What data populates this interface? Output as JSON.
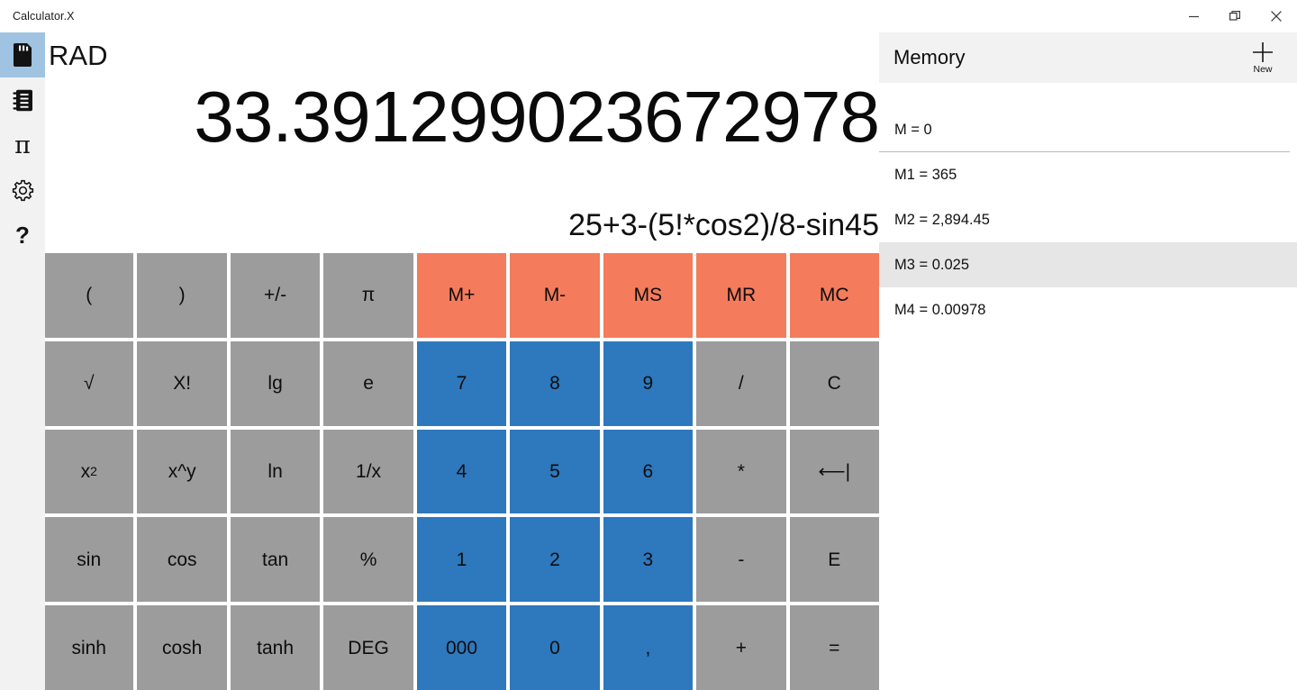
{
  "window": {
    "title": "Calculator.X",
    "controls": [
      {
        "name": "minimize-button",
        "label": "Minimize"
      },
      {
        "name": "restore-button",
        "label": "Restore"
      },
      {
        "name": "close-button",
        "label": "Close"
      }
    ]
  },
  "sidebar": {
    "items": [
      {
        "icon": "memory-card-icon",
        "glyph": "▰",
        "active": true
      },
      {
        "icon": "notebook-icon",
        "glyph": "▤",
        "active": false
      },
      {
        "icon": "pi-icon",
        "glyph": "π",
        "active": false
      },
      {
        "icon": "gear-icon",
        "glyph": "⚙",
        "active": false
      },
      {
        "icon": "help-icon",
        "glyph": "?",
        "active": false
      }
    ]
  },
  "display": {
    "mode": "RAD",
    "result": "33.391299023672978",
    "expression": "25+3-(5!*cos2)/8-sin45"
  },
  "keypad": {
    "rows": [
      [
        {
          "label": "(",
          "style": "gray",
          "name": "key-open-paren"
        },
        {
          "label": ")",
          "style": "gray",
          "name": "key-close-paren"
        },
        {
          "label": "+/-",
          "style": "gray",
          "name": "key-sign-toggle"
        },
        {
          "label": "π",
          "style": "gray",
          "name": "key-pi"
        },
        {
          "label": "M+",
          "style": "orange",
          "name": "key-memory-add"
        },
        {
          "label": "M-",
          "style": "orange",
          "name": "key-memory-subtract"
        },
        {
          "label": "MS",
          "style": "orange",
          "name": "key-memory-store"
        },
        {
          "label": "MR",
          "style": "orange",
          "name": "key-memory-recall"
        },
        {
          "label": "MC",
          "style": "orange",
          "name": "key-memory-clear"
        }
      ],
      [
        {
          "label": "√",
          "style": "gray",
          "name": "key-square-root"
        },
        {
          "label": "X!",
          "style": "gray",
          "name": "key-factorial"
        },
        {
          "label": "lg",
          "style": "gray",
          "name": "key-log10"
        },
        {
          "label": "e",
          "style": "gray",
          "name": "key-euler"
        },
        {
          "label": "7",
          "style": "blue",
          "name": "key-7"
        },
        {
          "label": "8",
          "style": "blue",
          "name": "key-8"
        },
        {
          "label": "9",
          "style": "blue",
          "name": "key-9"
        },
        {
          "label": "/",
          "style": "gray",
          "name": "key-divide"
        },
        {
          "label": "C",
          "style": "gray",
          "name": "key-clear"
        }
      ],
      [
        {
          "label": "x²",
          "style": "gray",
          "name": "key-square"
        },
        {
          "label": "x^y",
          "style": "gray",
          "name": "key-power"
        },
        {
          "label": "ln",
          "style": "gray",
          "name": "key-natural-log"
        },
        {
          "label": "1/x",
          "style": "gray",
          "name": "key-reciprocal"
        },
        {
          "label": "4",
          "style": "blue",
          "name": "key-4"
        },
        {
          "label": "5",
          "style": "blue",
          "name": "key-5"
        },
        {
          "label": "6",
          "style": "blue",
          "name": "key-6"
        },
        {
          "label": "*",
          "style": "gray",
          "name": "key-multiply"
        },
        {
          "label": "⟵|",
          "style": "gray",
          "name": "key-backspace"
        }
      ],
      [
        {
          "label": "sin",
          "style": "gray",
          "name": "key-sin"
        },
        {
          "label": "cos",
          "style": "gray",
          "name": "key-cos"
        },
        {
          "label": "tan",
          "style": "gray",
          "name": "key-tan"
        },
        {
          "label": "%",
          "style": "gray",
          "name": "key-percent"
        },
        {
          "label": "1",
          "style": "blue",
          "name": "key-1"
        },
        {
          "label": "2",
          "style": "blue",
          "name": "key-2"
        },
        {
          "label": "3",
          "style": "blue",
          "name": "key-3"
        },
        {
          "label": "-",
          "style": "gray",
          "name": "key-subtract"
        },
        {
          "label": "E",
          "style": "gray",
          "name": "key-exponent"
        }
      ],
      [
        {
          "label": "sinh",
          "style": "gray",
          "name": "key-sinh"
        },
        {
          "label": "cosh",
          "style": "gray",
          "name": "key-cosh"
        },
        {
          "label": "tanh",
          "style": "gray",
          "name": "key-tanh"
        },
        {
          "label": "DEG",
          "style": "gray",
          "name": "key-deg-mode"
        },
        {
          "label": "000",
          "style": "blue",
          "name": "key-triple-zero"
        },
        {
          "label": "0",
          "style": "blue",
          "name": "key-0"
        },
        {
          "label": ",",
          "style": "blue",
          "name": "key-decimal-comma"
        },
        {
          "label": "+",
          "style": "gray",
          "name": "key-add"
        },
        {
          "label": "=",
          "style": "gray",
          "name": "key-equals"
        }
      ]
    ]
  },
  "memory": {
    "title": "Memory",
    "new_label": "New",
    "entries": [
      {
        "label": "M = 0",
        "selected": false,
        "divider": true
      },
      {
        "label": "M1 = 365",
        "selected": false,
        "divider": false
      },
      {
        "label": "M2 = 2,894.45",
        "selected": false,
        "divider": false
      },
      {
        "label": "M3 = 0.025",
        "selected": true,
        "divider": false
      },
      {
        "label": "M4 = 0.00978",
        "selected": false,
        "divider": false
      }
    ]
  },
  "colors": {
    "gray_key": "#9c9c9c",
    "orange_key": "#f47b5c",
    "blue_key": "#2e78bd",
    "sidebar_bg": "#f2f2f2",
    "sidebar_active": "#9fc3e0",
    "memory_selected": "#e6e6e6"
  }
}
